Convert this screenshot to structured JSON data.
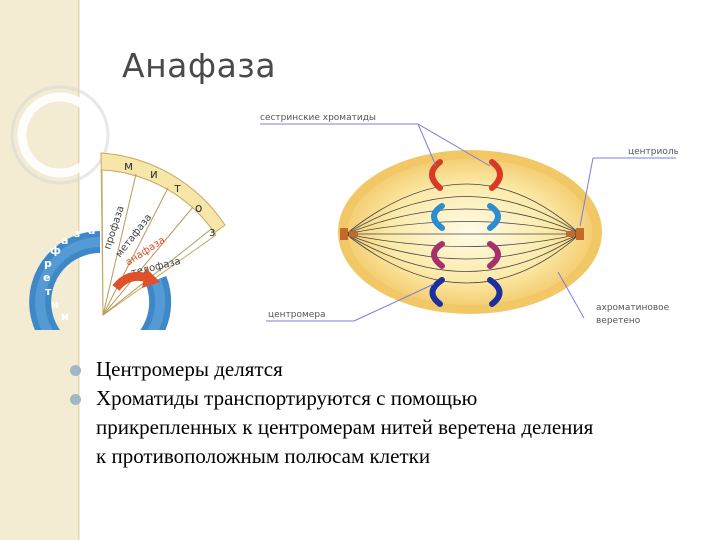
{
  "slide": {
    "title": "Анафаза"
  },
  "cycle_wheel": {
    "outer_letters": [
      "м",
      "и",
      "т",
      "о",
      "з"
    ],
    "phases": [
      "профаза",
      "метафаза",
      "анафаза",
      "телофаза"
    ],
    "interphase_letters": [
      "и",
      "н",
      "т",
      "е",
      "р",
      "ф",
      "а",
      "з",
      "а"
    ],
    "highlight_color": "#e0502a"
  },
  "cell_diagram": {
    "labels": {
      "sister_chromatids": "сестринские хроматиды",
      "centriole": "центриоль",
      "centromere": "центромера",
      "spindle_line1": "ахроматиновое",
      "spindle_line2": "веретено"
    },
    "colors": {
      "cell_fill": "#f2c766",
      "chromatid_red": "#d83a26",
      "chromatid_blue": "#2a8fd0",
      "chromatid_magenta": "#a8306a",
      "chromatid_navy": "#1c2fa0",
      "pointer_line": "#7c7ce0"
    }
  },
  "bullets": [
    "Центромеры делятся",
    "Хроматиды транспортируются с помощью",
    "прикрепленных к центромерам нитей веретена деления",
    "к противоположным полюсам клетки"
  ]
}
